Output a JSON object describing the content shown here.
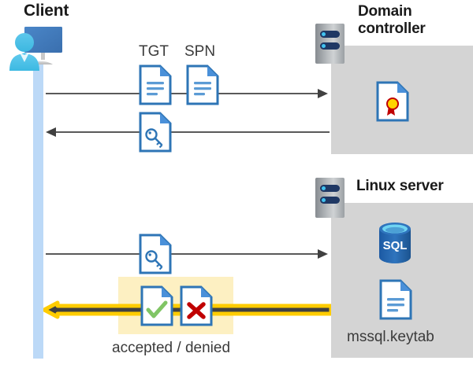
{
  "diagram": {
    "title": "Kerberos authentication flow between Client, Domain controller and Linux server",
    "colors": {
      "panel_gray": "#d4d4d4",
      "lifeline_blue": "#bcd9f7",
      "highlight_yellow": "#fdf0c2",
      "arrow_gray": "#595959",
      "arrow_yellow": "#ffcc00",
      "doc_blue": "#2e75b6",
      "accept_green": "#70ad47",
      "deny_red": "#c00000",
      "sql_blue": "#1f5fa9",
      "seal_yellow": "#ffd400",
      "seal_red": "#c00000"
    }
  },
  "client": {
    "title": "Client",
    "icon": "user-workstation-icon",
    "lifeline": "client-lifeline"
  },
  "domain_controller": {
    "title": "Domain controller",
    "icon": "server-rack-icon",
    "contents": [
      {
        "name": "certificate-document-icon",
        "label": ""
      }
    ]
  },
  "linux_server": {
    "title": "Linux server",
    "icon": "server-rack-icon",
    "contents": [
      {
        "name": "sql-database-icon",
        "label": "SQL"
      },
      {
        "name": "keytab-document-icon",
        "label": "mssql.keytab"
      }
    ]
  },
  "messages": [
    {
      "id": "request-tgt-spn",
      "direction": "client-to-domain-controller",
      "style": "gray",
      "artifacts": [
        {
          "name": "tgt-document-icon",
          "label": "TGT"
        },
        {
          "name": "spn-document-icon",
          "label": "SPN"
        }
      ]
    },
    {
      "id": "service-ticket-response",
      "direction": "domain-controller-to-client",
      "style": "gray",
      "artifacts": [
        {
          "name": "key-document-icon",
          "label": ""
        }
      ]
    },
    {
      "id": "present-service-ticket",
      "direction": "client-to-linux-server",
      "style": "gray",
      "artifacts": [
        {
          "name": "key-document-icon",
          "label": ""
        }
      ]
    },
    {
      "id": "authentication-verdict",
      "direction": "linux-server-to-client",
      "style": "yellow",
      "caption": "accepted / denied",
      "artifacts": [
        {
          "name": "accepted-document-icon",
          "label": "accepted"
        },
        {
          "name": "denied-document-icon",
          "label": "denied"
        }
      ]
    }
  ],
  "labels": {
    "tgt": "TGT",
    "spn": "SPN",
    "verdict": "accepted / denied",
    "keytab": "mssql.keytab",
    "sql": "SQL"
  }
}
